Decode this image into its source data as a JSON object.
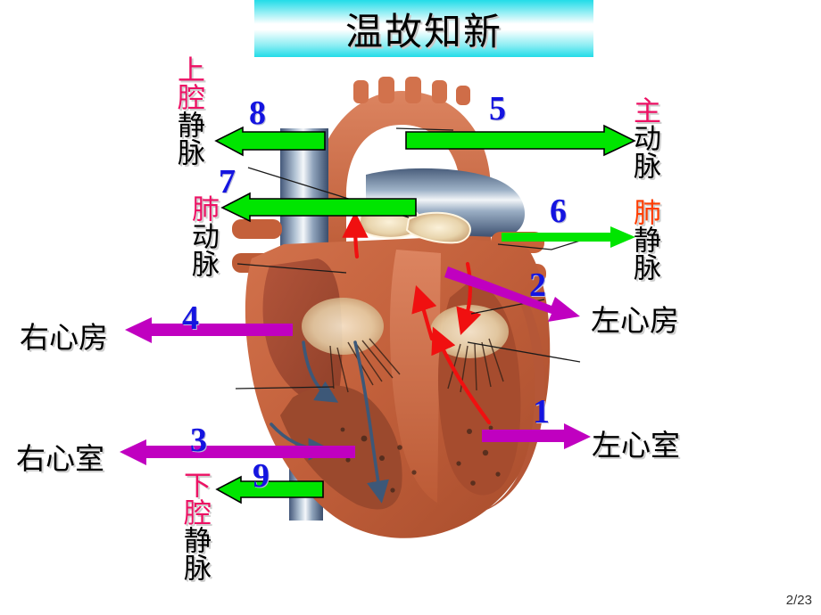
{
  "slide": {
    "title": "温故知新",
    "page_label": "2/23",
    "banner_color_top": "#22DCE8",
    "banner_color_mid": "#FFFFFF",
    "number_color": "#1414E0",
    "green_arrow_color": "#00E500",
    "magenta_arrow_color": "#C000C0",
    "pink_text_color": "#ED1164",
    "orange_text_color": "#FF3D00"
  },
  "figure": {
    "name": "human-heart-cross-section",
    "description": "心脏解剖剖面图"
  },
  "labels": {
    "vena_cava_superior": {
      "highlight": "上腔",
      "rest": "静脉",
      "color": "#ED1164"
    },
    "pulmonary_artery": {
      "highlight": "肺",
      "rest": "动脉",
      "color": "#ED1164"
    },
    "vena_cava_inferior": {
      "highlight": "下腔",
      "rest": "静脉",
      "color": "#ED1164"
    },
    "aorta": {
      "highlight": "主",
      "rest": "动脉",
      "color": "#ED1164"
    },
    "pulmonary_vein": {
      "highlight": "肺",
      "rest": "静脉",
      "color": "#FF3D00"
    },
    "right_atrium": "右心房",
    "right_ventricle": "右心室",
    "left_atrium": "左心房",
    "left_ventricle": "左心室"
  },
  "callouts": [
    {
      "number": "1",
      "target": "左心室",
      "arrow": "magenta",
      "direction": "right"
    },
    {
      "number": "2",
      "target": "左心房",
      "arrow": "magenta",
      "direction": "right"
    },
    {
      "number": "3",
      "target": "右心室",
      "arrow": "magenta",
      "direction": "left"
    },
    {
      "number": "4",
      "target": "右心房",
      "arrow": "magenta",
      "direction": "left"
    },
    {
      "number": "5",
      "target": "主动脉",
      "arrow": "green",
      "direction": "right"
    },
    {
      "number": "6",
      "target": "肺静脉",
      "arrow": "green",
      "direction": "right"
    },
    {
      "number": "7",
      "target": "肺动脉",
      "arrow": "green",
      "direction": "left"
    },
    {
      "number": "8",
      "target": "上腔静脉",
      "arrow": "green",
      "direction": "left"
    },
    {
      "number": "9",
      "target": "下腔静脉",
      "arrow": "green",
      "direction": "left"
    }
  ]
}
